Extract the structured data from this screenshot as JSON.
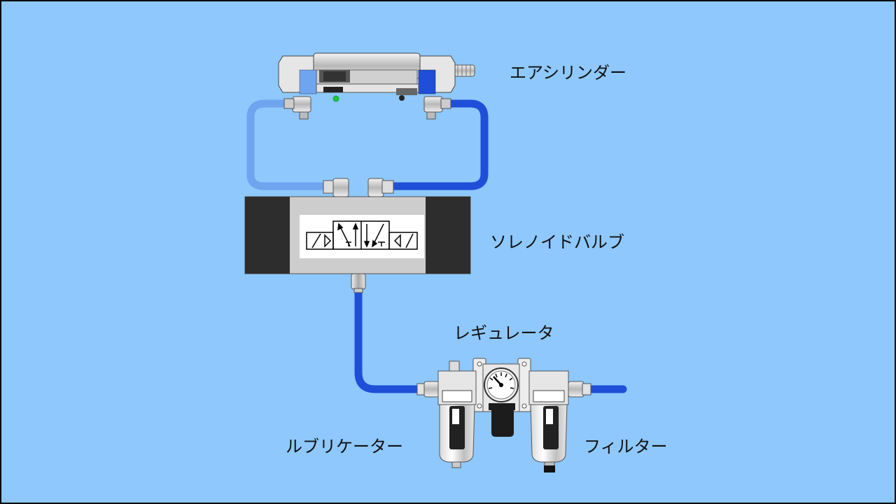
{
  "diagram": {
    "background_color": "#8ec8fc",
    "tube_color_light": "#6fa4ef",
    "tube_color_dark": "#1f4fd8",
    "labels": {
      "air_cylinder": "エアシリンダー",
      "solenoid_valve": "ソレノイドバルブ",
      "regulator": "レギュレータ",
      "lubricator": "ルブリケーター",
      "filter": "フィルター"
    }
  }
}
